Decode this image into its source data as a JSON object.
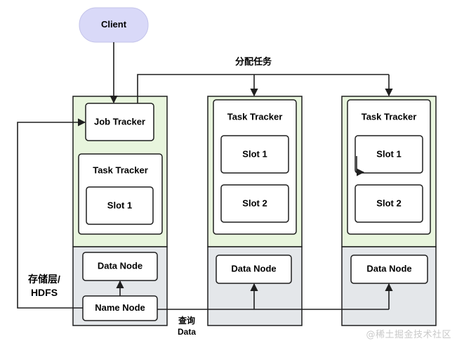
{
  "client": "Client",
  "dispatch_label": "分配任务",
  "storage_label_line1": "存储层/",
  "storage_label_line2": "HDFS",
  "query_label_line1": "查询",
  "query_label_line2": "Data",
  "node1": {
    "job_tracker": "Job Tracker",
    "task_tracker": "Task Tracker",
    "slots": [
      "Slot 1"
    ],
    "data_node": "Data Node",
    "name_node": "Name Node"
  },
  "node2": {
    "task_tracker": "Task Tracker",
    "slots": [
      "Slot 1",
      "Slot 2"
    ],
    "data_node": "Data Node"
  },
  "node3": {
    "task_tracker": "Task Tracker",
    "slots": [
      "Slot 1",
      "Slot 2"
    ],
    "data_node": "Data Node"
  },
  "watermark": "@稀土掘金技术社区",
  "colors": {
    "compute_bg": "#e8f5dd",
    "storage_bg": "#e4e7ea",
    "client_bg": "#d9d9f8",
    "stroke": "#1f1f1f",
    "box_bg": "#ffffff"
  }
}
